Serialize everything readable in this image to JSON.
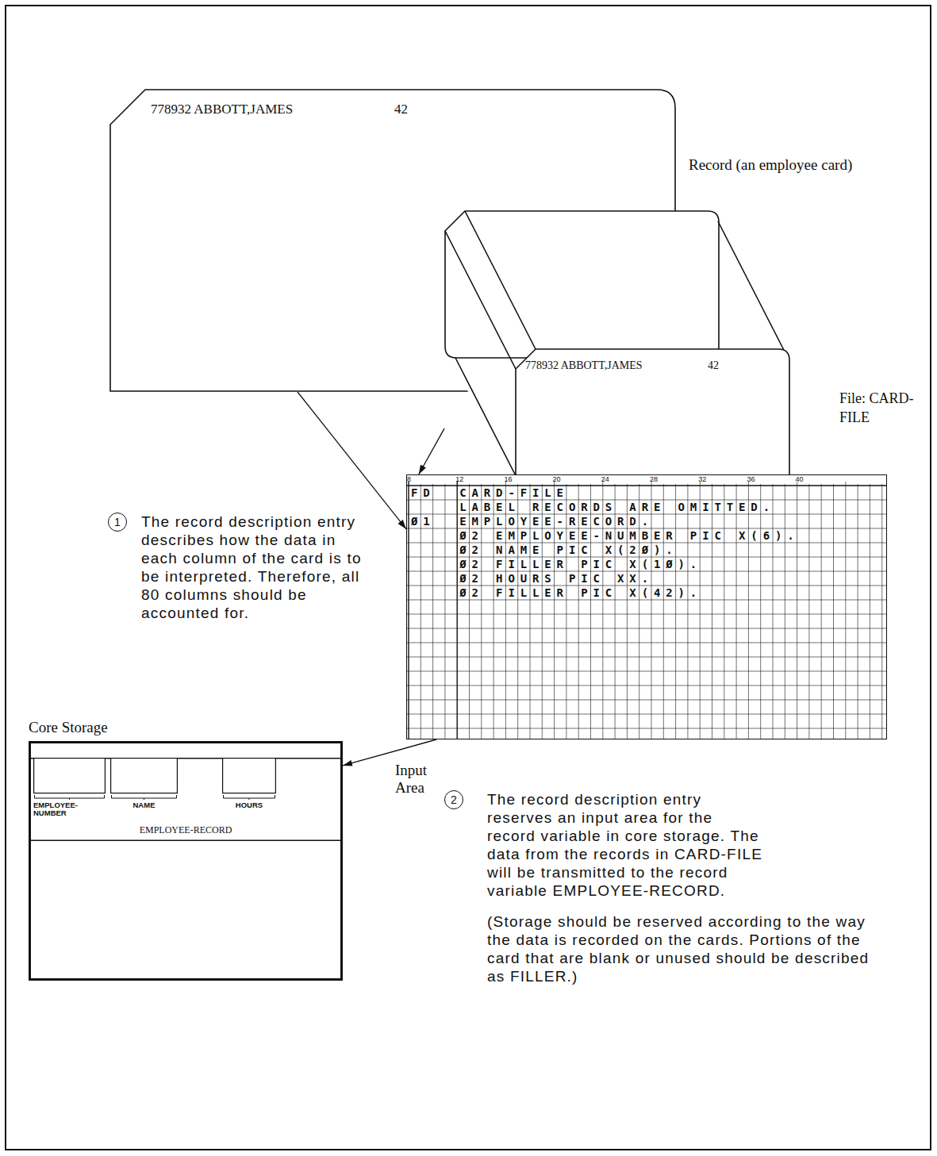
{
  "diagram": {
    "nodes": [
      {
        "text": [
          "778932 ABBOTT,JAMES",
          "42"
        ]
      },
      {
        "text": [
          "778932 ABBOTT,JAMES",
          "42"
        ]
      },
      {
        "text": [
          "8",
          "12",
          "16",
          "20",
          "24",
          "28",
          "32",
          "36",
          "40",
          "FD",
          "CARD-FILE",
          "LABEL RECORDS ARE OMITTED.",
          "Ø1",
          "EMPLOYEE-RECORD.",
          "Ø2 EMPLOYEE-NUMBER PIC X(6).",
          "Ø2 NAME PIC X(2Ø).",
          "Ø2 FILLER PIC X(1Ø).",
          "Ø2 HOURS PIC XX.",
          "Ø2 FILLER PIC X(42)."
        ]
      },
      {
        "text": [
          "Core Storage"
        ]
      },
      {
        "text": [
          "EMPLOYEE-RECORD"
        ],
        "in": 3
      },
      {
        "text": [
          "EMPLOYEE-NUMBER"
        ],
        "in": 4
      },
      {
        "text": [
          "NAME"
        ],
        "in": 4
      },
      {
        "text": [
          "HOURS"
        ],
        "in": 4
      }
    ],
    "edges": [
      {
        "from": 0,
        "to": 2,
        "arrow": "to"
      },
      {
        "from": 1,
        "to": 2,
        "arrow": "to"
      },
      {
        "from": 2,
        "to": 4,
        "arrow": "to"
      }
    ],
    "labels": [
      "Record (an employee card)",
      "File: CARD-FILE",
      "1",
      "The record description entry describes how the data in each column of the card is to be interpreted. Therefore, all 80 columns should be accounted for.",
      "Input Area",
      "2",
      "The record description entry reserves an input area for the record variable in core storage. The data from the records in CARD-FILE will be transmitted to the record variable EMPLOYEE-RECORD.",
      "(Storage should be reserved according to the way the data is recorded on the cards. Portions of the card that are blank or unused should be described as FILLER.)"
    ]
  }
}
